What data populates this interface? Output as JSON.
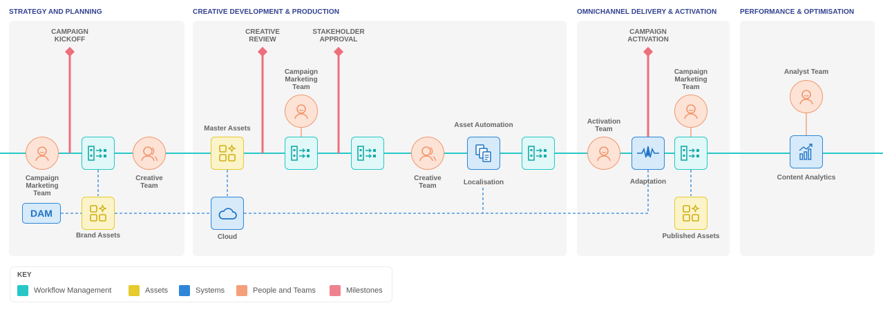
{
  "phases": [
    {
      "title": "STRATEGY AND PLANNING"
    },
    {
      "title": "CREATIVE DEVELOPMENT & PRODUCTION"
    },
    {
      "title": "OMNICHANNEL DELIVERY & ACTIVATION"
    },
    {
      "title": "PERFORMANCE & OPTIMISATION"
    }
  ],
  "milestones": {
    "campaign_kickoff": "CAMPAIGN\nKICKOFF",
    "creative_review": "CREATIVE\nREVIEW",
    "stakeholder_approval": "STAKEHOLDER\nAPPROVAL",
    "campaign_activation": "CAMPAIGN\nACTIVATION"
  },
  "labels": {
    "campaign_marketing_team_1": "Campaign\nMarketing\nTeam",
    "creative_team_1": "Creative\nTeam",
    "dam": "DAM",
    "brand_assets": "Brand Assets",
    "master_assets": "Master Assets",
    "cloud": "Cloud",
    "campaign_marketing_team_2": "Campaign\nMarketing\nTeam",
    "creative_team_2": "Creative\nTeam",
    "asset_automation": "Asset Automation",
    "localisation": "Localisation",
    "activation_team": "Activation\nTeam",
    "adaptation": "Adaptation",
    "campaign_marketing_team_3": "Campaign\nMarketing\nTeam",
    "published_assets": "Published Assets",
    "analyst_team": "Analyst Team",
    "content_analytics": "Content Analytics"
  },
  "key": {
    "title": "KEY",
    "items": [
      {
        "label": "Workflow Management",
        "color": "#27c7c7"
      },
      {
        "label": "Assets",
        "color": "#e6cb2e"
      },
      {
        "label": "Systems",
        "color": "#2e86d8"
      },
      {
        "label": "People and Teams",
        "color": "#f5a07a"
      },
      {
        "label": "Milestones",
        "color": "#f08290"
      }
    ]
  },
  "colors": {
    "workflow": "#27c7c7",
    "assets": "#e6cb2e",
    "systems": "#2e86d8",
    "people": "#f1956c",
    "milestones": "#ec6f7b",
    "phase_title": "#2f3f8f"
  }
}
